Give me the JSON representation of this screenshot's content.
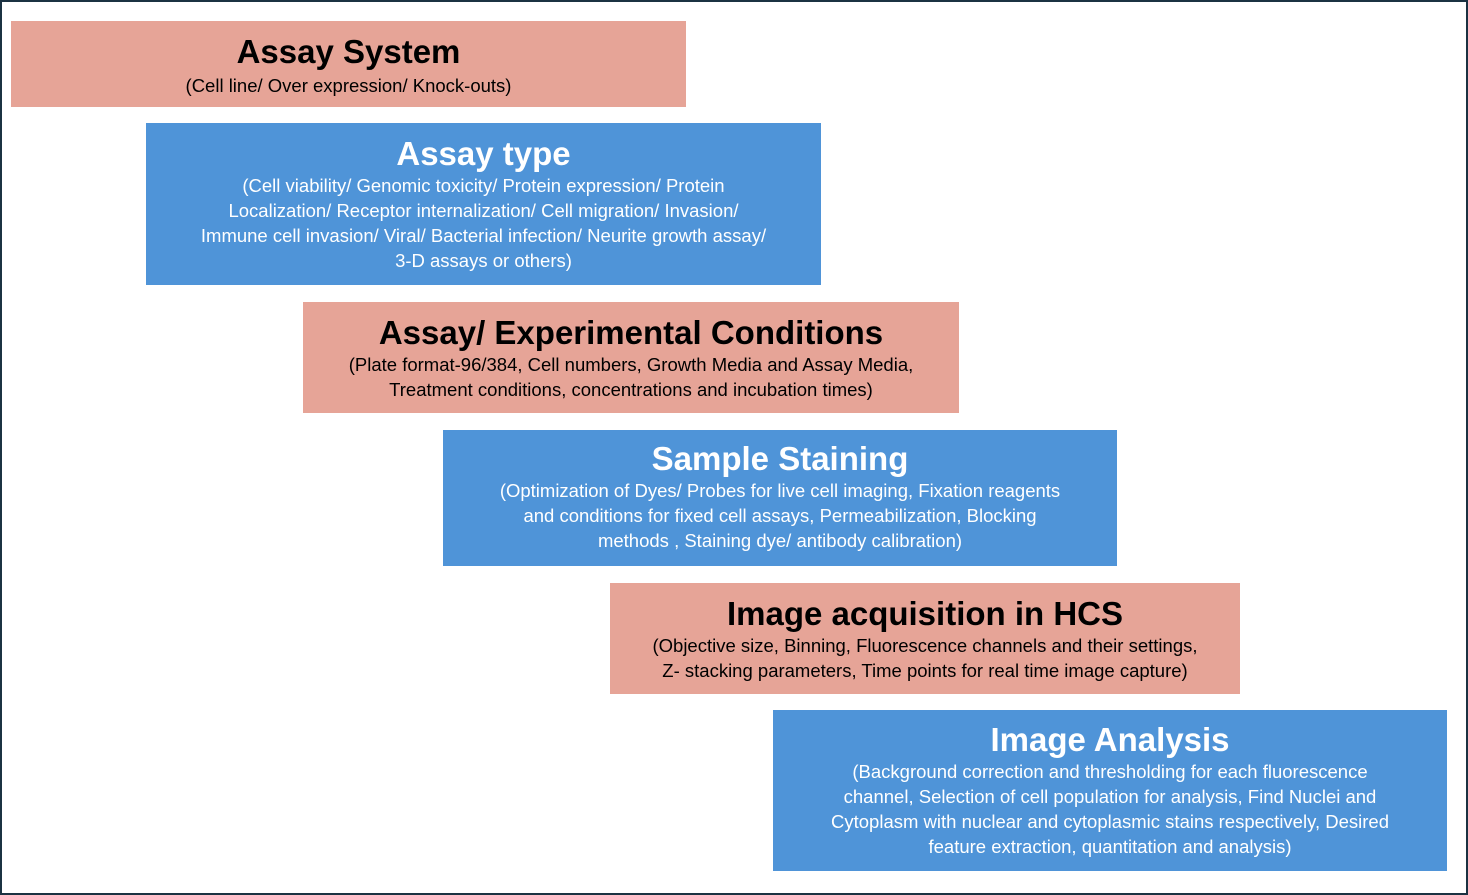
{
  "steps": [
    {
      "title": "Assay System",
      "lines": [
        "(Cell line/ Over expression/ Knock-outs)"
      ],
      "color": "#e6a497"
    },
    {
      "title": "Assay type",
      "lines": [
        "(Cell viability/ Genomic toxicity/ Protein expression/  Protein",
        "Localization/ Receptor internalization/  Cell migration/ Invasion/",
        "Immune cell invasion/  Viral/ Bacterial infection/ Neurite growth assay/",
        "3-D assays or others)"
      ],
      "color": "#4f94d8"
    },
    {
      "title": "Assay/ Experimental Conditions",
      "lines": [
        "(Plate format-96/384, Cell numbers, Growth Media and Assay Media,",
        "Treatment conditions, concentrations and incubation times)"
      ],
      "color": "#e6a497"
    },
    {
      "title": "Sample Staining",
      "lines": [
        "(Optimization of Dyes/ Probes for live cell imaging, Fixation reagents",
        "and conditions for fixed cell assays, Permeabilization, Blocking",
        "methods , Staining dye/ antibody calibration)"
      ],
      "color": "#4f94d8"
    },
    {
      "title": "Image acquisition in HCS",
      "lines": [
        "(Objective size, Binning, Fluorescence channels and their settings,",
        "Z- stacking parameters, Time points for real time image capture)"
      ],
      "color": "#e6a497"
    },
    {
      "title": "Image Analysis",
      "lines": [
        "(Background correction and thresholding for each fluorescence",
        "channel, Selection of cell population for analysis, Find Nuclei and",
        "Cytoplasm with nuclear and cytoplasmic stains respectively, Desired",
        "feature extraction, quantitation and analysis)"
      ],
      "color": "#4f94d8"
    }
  ]
}
